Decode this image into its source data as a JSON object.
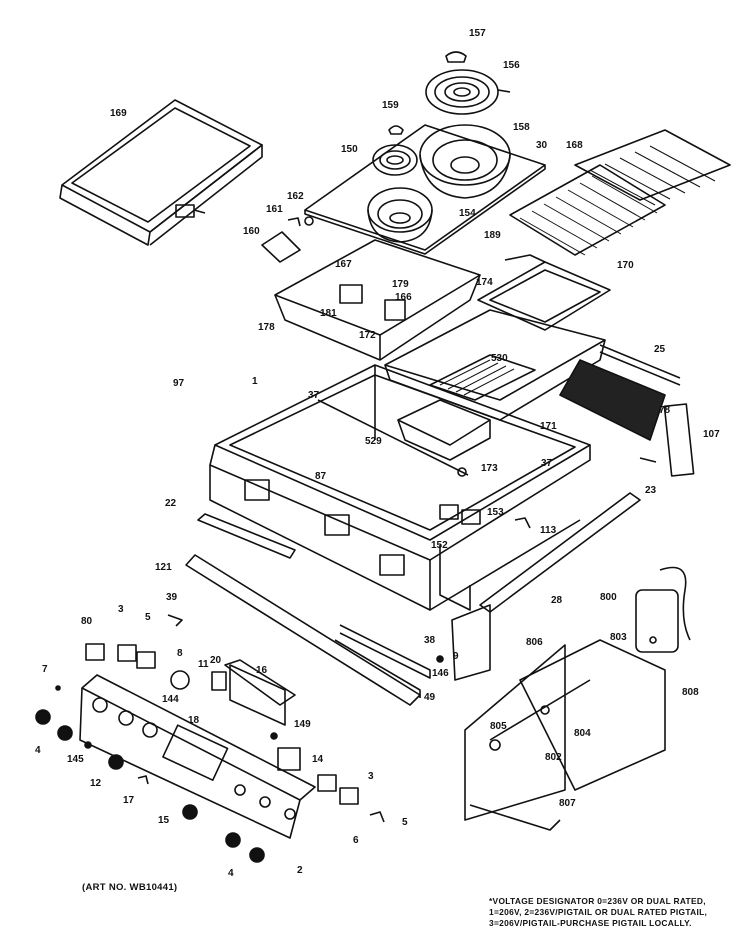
{
  "diagram": {
    "art_number": "(ART NO. WB10441)",
    "voltage_note": [
      "*VOLTAGE DESIGNATOR 0=236V OR DUAL RATED,",
      "1=206V, 2=236V/PIGTAIL OR DUAL RATED PIGTAIL,",
      "3=206V/PIGTAIL-PURCHASE PIGTAIL LOCALLY."
    ],
    "callouts": [
      "157",
      "156",
      "158",
      "159",
      "150",
      "30",
      "168",
      "169",
      "162",
      "161",
      "189",
      "160",
      "154",
      "167",
      "179",
      "174",
      "170",
      "166",
      "181",
      "172",
      "178",
      "25",
      "97",
      "530",
      "1",
      "37",
      "78",
      "107",
      "171",
      "529",
      "87",
      "37",
      "173",
      "23",
      "22",
      "153",
      "113",
      "121",
      "152",
      "39",
      "28",
      "800",
      "5",
      "3",
      "80",
      "38",
      "8",
      "11",
      "20",
      "16",
      "49",
      "146",
      "9",
      "806",
      "803",
      "808",
      "7",
      "144",
      "18",
      "149",
      "805",
      "802",
      "804",
      "4",
      "145",
      "14",
      "12",
      "3",
      "17",
      "807",
      "15",
      "5",
      "6",
      "4",
      "2"
    ],
    "stroke_color": "#111111",
    "background": "#ffffff"
  }
}
